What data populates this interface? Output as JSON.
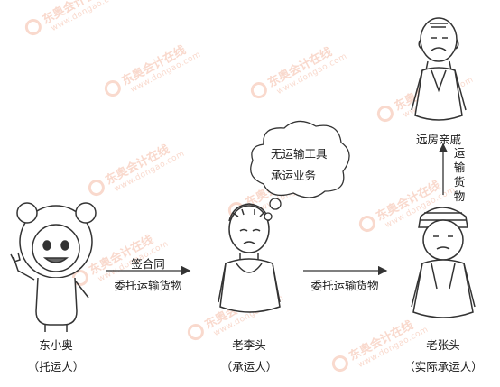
{
  "watermark": {
    "brand": "东奥会计在线",
    "url": "www.dongao.com"
  },
  "persons": {
    "dongxiaoao": {
      "name": "东小奥",
      "role": "（托运人）"
    },
    "laolitou": {
      "name": "老李头",
      "role": "（承运人）"
    },
    "laozhangtou": {
      "name": "老张头",
      "role": "（实际承运人）"
    },
    "relative": {
      "name": "远房亲戚"
    }
  },
  "arrows": {
    "contract": {
      "line1": "签合同",
      "line2": "委托运输货物"
    },
    "entrust": {
      "line1": "委托运输货物"
    },
    "transport": {
      "text": "运输货物"
    }
  },
  "bubble": {
    "line1": "无运输工具",
    "line2": "承运业务"
  }
}
